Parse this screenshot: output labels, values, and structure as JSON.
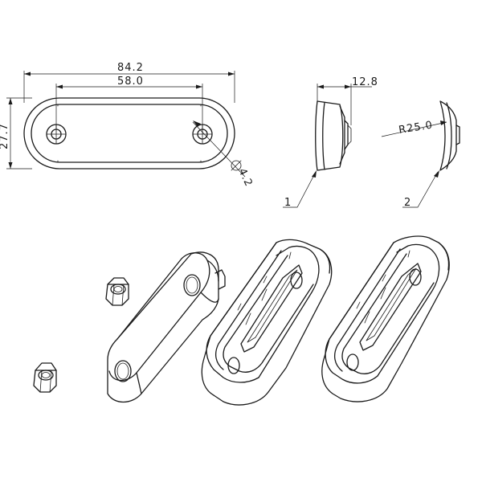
{
  "dimensions": {
    "overall_length": "84.2",
    "hole_spacing": "58.0",
    "height": "27.7",
    "hole_diameter": "4.2",
    "depth": "12.8",
    "radius": "R25.0"
  },
  "callouts": {
    "variant_1": "1",
    "variant_2": "2"
  }
}
